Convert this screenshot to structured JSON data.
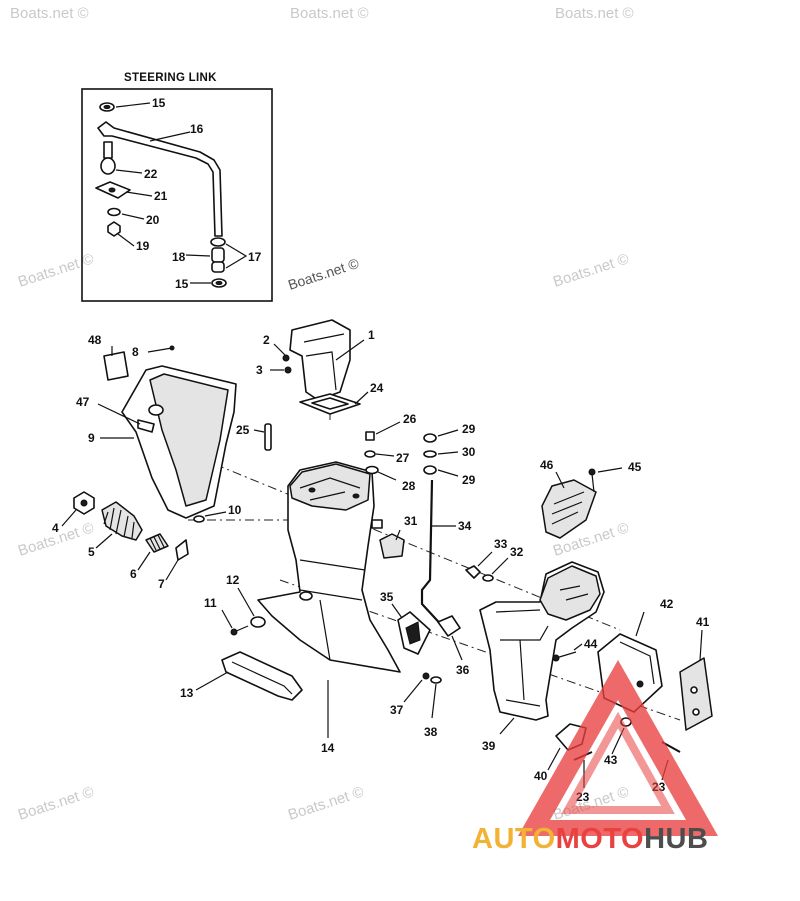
{
  "inset": {
    "title": "STEERING LINK"
  },
  "watermark": {
    "text": "Boats.net ©"
  },
  "logo": {
    "part1": "AUTO",
    "part2": "MOTO",
    "part3": "HUB",
    "color1": "#f2b233",
    "color2": "#e94040",
    "color3": "#4d4d4d",
    "triangle_color": "#e94040"
  },
  "callouts": {
    "c1": "1",
    "c2": "2",
    "c3": "3",
    "c4": "4",
    "c5": "5",
    "c6": "6",
    "c7": "7",
    "c8": "8",
    "c9": "9",
    "c10": "10",
    "c11": "11",
    "c12": "12",
    "c13": "13",
    "c14": "14",
    "c15a": "15",
    "c15b": "15",
    "c16": "16",
    "c17": "17",
    "c18": "18",
    "c19": "19",
    "c20": "20",
    "c21": "21",
    "c22": "22",
    "c23a": "23",
    "c23b": "23",
    "c24": "24",
    "c25": "25",
    "c26": "26",
    "c27": "27",
    "c28": "28",
    "c29a": "29",
    "c29b": "29",
    "c30": "30",
    "c31": "31",
    "c32": "32",
    "c33": "33",
    "c34": "34",
    "c35": "35",
    "c36": "36",
    "c37": "37",
    "c38": "38",
    "c39": "39",
    "c40": "40",
    "c41": "41",
    "c42": "42",
    "c43": "43",
    "c44": "44",
    "c45": "45",
    "c46": "46",
    "c47": "47",
    "c48": "48"
  }
}
